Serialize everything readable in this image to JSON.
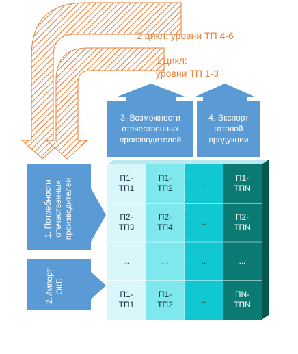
{
  "cycles": {
    "cycle2": "2 цикл: уровни ТП 4-6",
    "cycle1_line1": "1 цикл:",
    "cycle1_line2": "уровни ТП 1-3"
  },
  "top_boxes": {
    "box3_lines": [
      "3. Возможности",
      "отечественных",
      "производителей"
    ],
    "box4_lines": [
      "4. Экспорт",
      "готовой",
      "продукции"
    ]
  },
  "left_boxes": {
    "box1_lines": [
      "1. Потребности",
      "отечественных",
      "производителей"
    ],
    "box2_lines": [
      "2.Импорт",
      "ЭКБ"
    ]
  },
  "matrix": {
    "rows": [
      [
        "П1-\nТП1",
        "П1-\nТП2",
        "..",
        "П1-\nТПN"
      ],
      [
        "П2-\nТП3",
        "П2-\nТП4",
        "..",
        "П2-\nТПN"
      ],
      [
        "...",
        "...",
        "..",
        "..."
      ],
      [
        "П1-\nТП1",
        "П1-\nТП2",
        "..",
        "ПN-\nТПN"
      ]
    ]
  },
  "colors": {
    "box_blue": "#5b9bd5",
    "hatch_orange": "#ed7d31",
    "col1": "#d9f7fb",
    "col2": "#7ee8ee",
    "col3": "#11c7d1",
    "col4": "#0b7a72"
  }
}
